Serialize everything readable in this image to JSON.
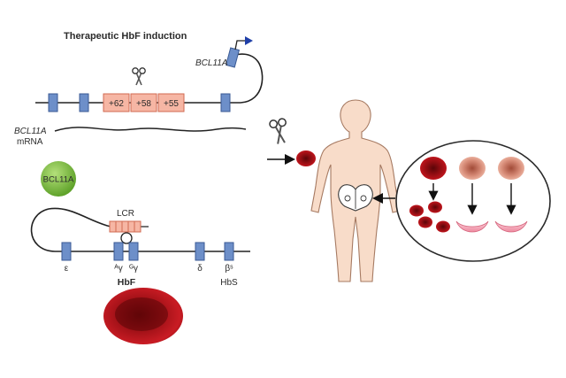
{
  "title": "Therapeutic HbF induction",
  "bcl11a_gene": {
    "gene_label": "BCL11A",
    "enhancer_segments": [
      "+62",
      "+58",
      "+55"
    ],
    "mrna_gene": "BCL11A",
    "mrna_word": "mRNA"
  },
  "protein_label": "BCL11A",
  "globin_locus": {
    "lcr_label": "LCR",
    "genes": {
      "epsilon": "ε",
      "gamma_a": "ᴬγ",
      "gamma_g": "ᴳγ",
      "delta": "δ",
      "beta": "βˢ"
    },
    "hbf_label": "HbF",
    "hbs_label": "HbS"
  },
  "icons": [
    "scissors-icon",
    "promoter-arrow-icon",
    "human-body-icon",
    "red-blood-cell-icon",
    "sickle-cell-icon",
    "bone-marrow-icon"
  ],
  "colors": {
    "gene_box": "#6d8fc9",
    "enhancer_box": "#f6b6a4",
    "protein": "#7fbf3a",
    "rbc_dark": "#7c0a0f",
    "rbc_mid": "#b5141c",
    "skin": "#f8dcc9",
    "sickle": "#f4a3b4"
  }
}
